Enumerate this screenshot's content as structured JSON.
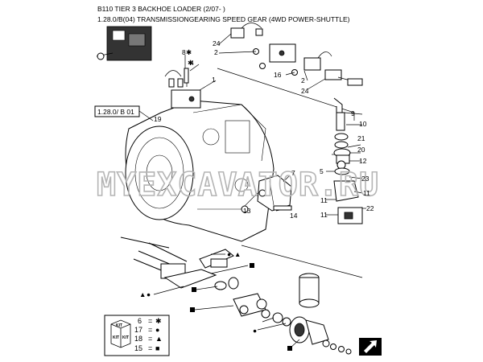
{
  "header": {
    "title": "B110 TIER 3 BACKHOE LOADER (2/07- )",
    "subtitle": "1.28.0/B(04) TRANSMISSIONGEARING SPEED GEAR (4WD POWER-SHUTTLE)"
  },
  "reference": {
    "label": "1.28.0/ B 01"
  },
  "watermark": {
    "text": "MYEXCAVATOR.RU"
  },
  "callouts": {
    "c1": "1",
    "c2a": "2",
    "c2b": "2",
    "c4": "4",
    "c5": "5",
    "c7": "7",
    "c8": "8",
    "c9": "9",
    "c10": "10",
    "c11a": "11",
    "c11b": "11",
    "c11c": "11",
    "c12": "12",
    "c13": "13",
    "c14": "14",
    "c16": "16",
    "c19": "19",
    "c20": "20",
    "c21": "21",
    "c22": "22",
    "c23": "23",
    "c24a": "24",
    "c24b": "24"
  },
  "legend": {
    "kit_label": "KIT",
    "items": [
      {
        "number": "6",
        "symbol": "✱"
      },
      {
        "number": "17",
        "symbol": "●"
      },
      {
        "number": "18",
        "symbol": "▲"
      },
      {
        "number": "15",
        "symbol": "■"
      }
    ]
  },
  "icons": {
    "nav": "next-page-arrow-icon",
    "kit": "kit-box-icon"
  }
}
